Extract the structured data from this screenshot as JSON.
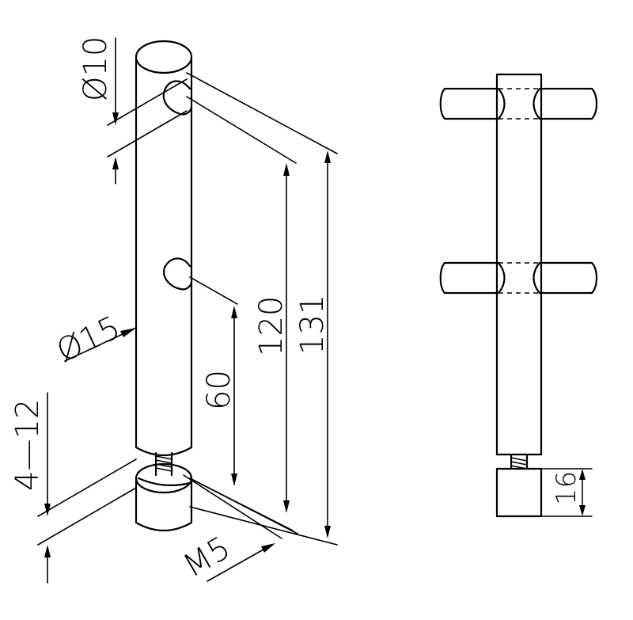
{
  "dimensions": {
    "d10": "Ø10",
    "d15": "Ø15",
    "spacing": "4—12",
    "thread": "M5",
    "h60": "60",
    "h120": "120",
    "h131": "131",
    "h16": "16"
  },
  "colors": {
    "line": "#000000",
    "background": "#ffffff"
  }
}
